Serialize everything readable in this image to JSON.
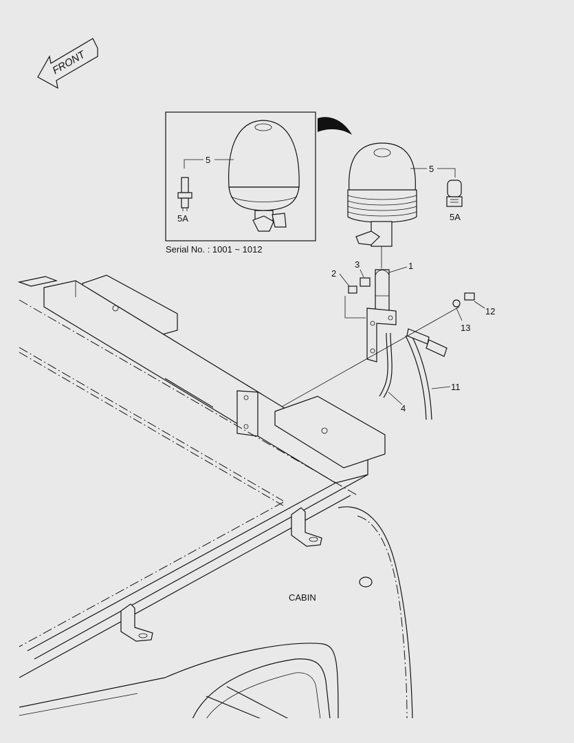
{
  "direction_arrow": {
    "label": "FRONT"
  },
  "inset": {
    "serial_note": "Serial No. : 1001 ~ 1012"
  },
  "callouts": {
    "c1": "1",
    "c2": "2",
    "c3": "3",
    "c4": "4",
    "c5_inset": "5",
    "c5a_inset": "5A",
    "c5_main": "5",
    "c5a_main": "5A",
    "c11": "11",
    "c12": "12",
    "c13": "13"
  },
  "cabin_label": "CABIN",
  "colors": {
    "background": "#e9e9e9",
    "line": "#111111"
  }
}
